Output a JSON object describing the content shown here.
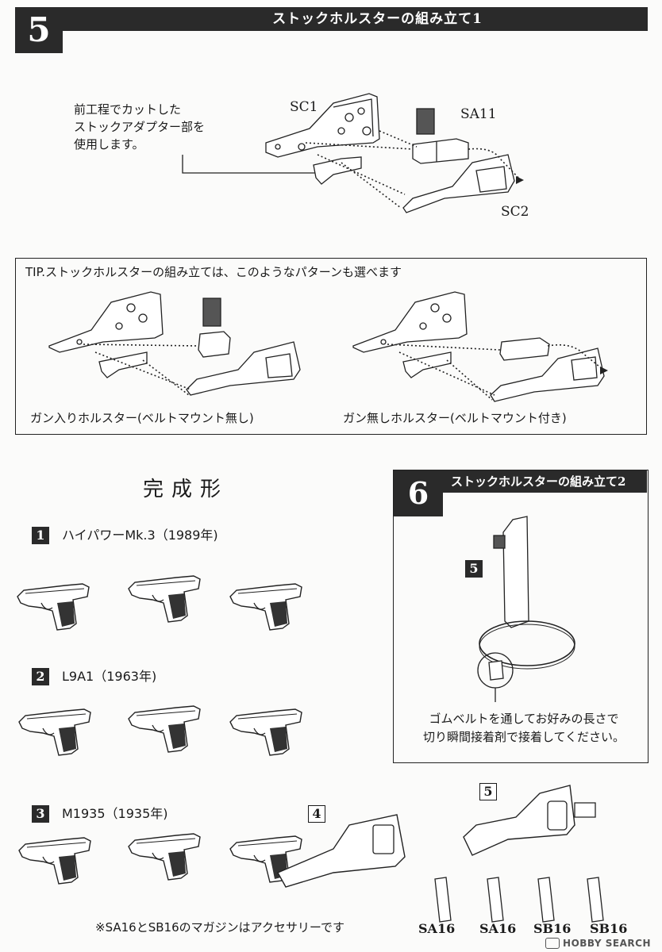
{
  "step5": {
    "number": "5",
    "title": "ストックホルスターの組み立て1"
  },
  "note_lines": [
    "前工程でカットした",
    "ストックアダプター部を",
    "使用します。"
  ],
  "part_labels": {
    "sc1": "SC1",
    "sa11": "SA11",
    "sc2": "SC2"
  },
  "tip": {
    "title": "TIP.ストックホルスターの組み立ては、このようなパターンも選べます",
    "left_caption": "ガン入りホルスター(ベルトマウント無し)",
    "right_caption": "ガン無しホルスター(ベルトマウント付き)"
  },
  "complete": {
    "title": "完成形",
    "variants": [
      {
        "num": "1",
        "name": "ハイパワーMk.3（1989年)"
      },
      {
        "num": "2",
        "name": "L9A1（1963年)"
      },
      {
        "num": "3",
        "name": "M1935（1935年)"
      }
    ],
    "callout_4": "4"
  },
  "step6": {
    "number": "6",
    "title": "ストックホルスターの組み立て2",
    "callout": "5",
    "instruction_lines": [
      "ゴムベルトを通してお好みの長さで",
      "切り瞬間接着剤で接着してください。"
    ]
  },
  "bottom_callout": "5",
  "footer_note": "※SA16とSB16のマガジンはアクセサリーです",
  "magazine_labels": [
    "SA16",
    "SA16",
    "SB16",
    "SB16"
  ],
  "watermark": "HOBBY SEARCH"
}
